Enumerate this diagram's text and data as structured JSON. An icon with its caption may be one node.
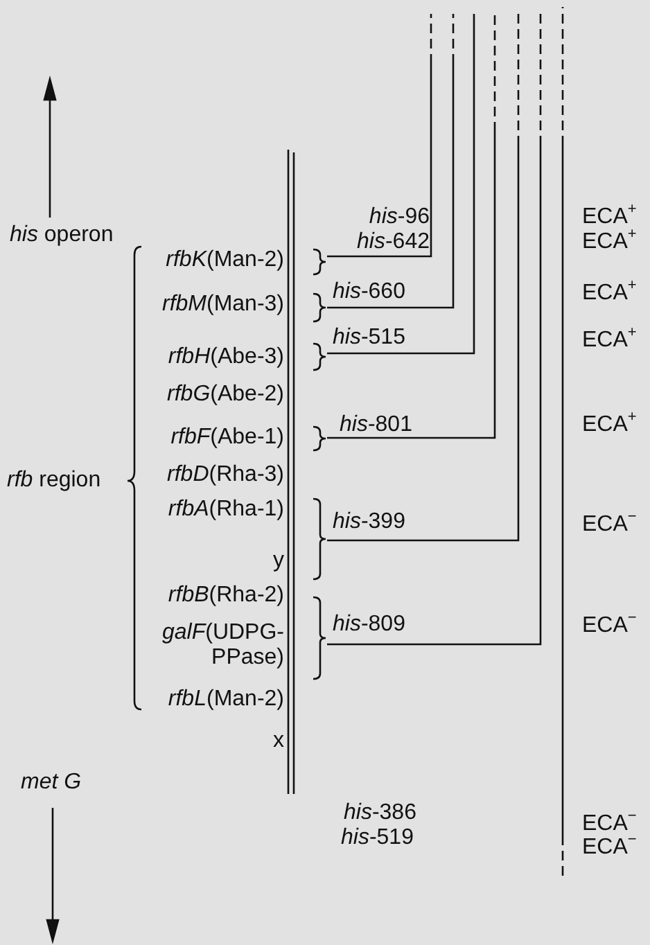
{
  "diagram": {
    "labels": [
      "*his* operon",
      "*rfb* region",
      "met G",
      "*rfbK*(Man-2)",
      "*rfbM*(Man-3)",
      "*rfbH*(Abe-3)",
      "*rfbG*(Abe-2)",
      "*rfbF*(Abe-1)",
      "*rfbD*(Rha-3)",
      "*rfbA*(Rha-1)",
      "y",
      "*rfbB*(Rha-2)",
      "*galF*(UDPG- PPase)",
      "*rfbL*(Man-2)",
      "x",
      "*his*-96",
      "*his*-642",
      "*his*-660",
      "*his*-515",
      "*his*-801",
      "*his*-399",
      "*his*-809",
      "*his*-386",
      "*his*-519",
      "ECA$^{+}$",
      "ECA$^{+}$",
      "ECA$^{+}$",
      "ECA$^{+}$",
      "ECA$^{+}$",
      "ECA$^{−}$",
      "ECA$^{−}$",
      "ECA$^{−}$",
      "ECA$^{−}$"
    ]
  }
}
